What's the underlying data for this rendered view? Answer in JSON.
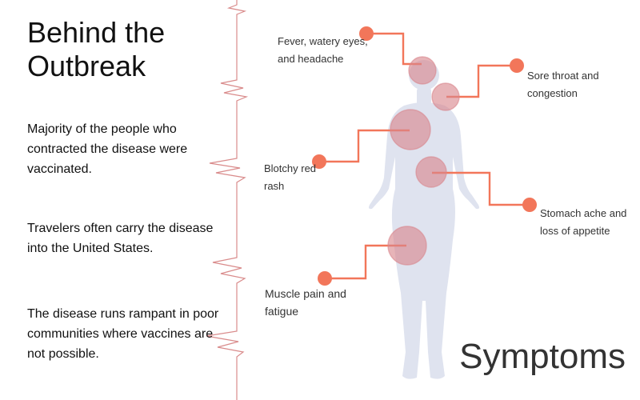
{
  "title": "Behind the Outbreak",
  "facts": [
    "Majority of the people who contracted the disease were vaccinated.",
    "Travelers often carry the disease into the United States.",
    "The disease runs rampant in poor communities where vaccines are not possible."
  ],
  "heading": "Symptoms",
  "symptoms": {
    "fever": "Fever, watery eyes, and headache",
    "throat": "Sore throat and congestion",
    "rash": "Blotchy red rash",
    "stomach": "Stomach ache and loss of appetite",
    "muscle": "Muscle pain and fatigue"
  },
  "colors": {
    "accent": "#f2765a",
    "body": "#dfe3ef",
    "hotspot": "#d9868c",
    "timeline": "#d98b8b"
  }
}
